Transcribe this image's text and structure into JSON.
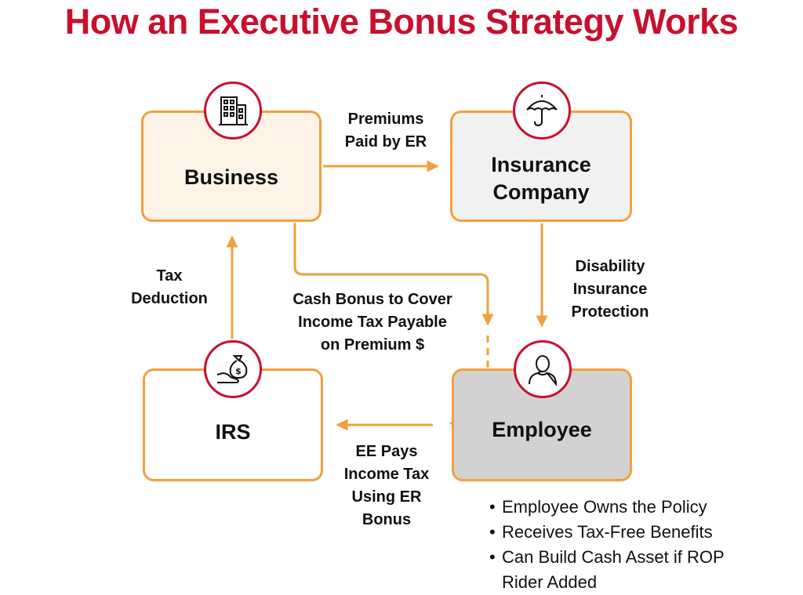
{
  "title": "How an Executive Bonus Strategy Works",
  "colors": {
    "title": "#c8102e",
    "accent_red": "#c8102e",
    "arrow_orange": "#f2a03d",
    "business_fill": "#fdf3e7",
    "insurance_fill": "#f1f1f1",
    "irs_fill": "#ffffff",
    "employee_fill": "#d2d2d2",
    "text": "#111111"
  },
  "nodes": {
    "business": {
      "label": "Business",
      "icon": "office-building-icon"
    },
    "insurance": {
      "label": "Insurance\nCompany",
      "icon": "umbrella-icon"
    },
    "irs": {
      "label": "IRS",
      "icon": "hand-money-bag-icon"
    },
    "employee": {
      "label": "Employee",
      "icon": "person-icon"
    }
  },
  "edges": {
    "premiums": "Premiums\nPaid by ER",
    "disability": "Disability\nInsurance\nProtection",
    "tax_deduction": "Tax\nDeduction",
    "cash_bonus": "Cash Bonus to Cover\nIncome Tax Payable\non Premium $",
    "ee_pays": "EE Pays\nIncome Tax\nUsing ER\nBonus"
  },
  "bullets": [
    "Employee Owns the Policy",
    "Receives Tax-Free Benefits",
    "Can Build Cash Asset if ROP\nRider Added"
  ]
}
